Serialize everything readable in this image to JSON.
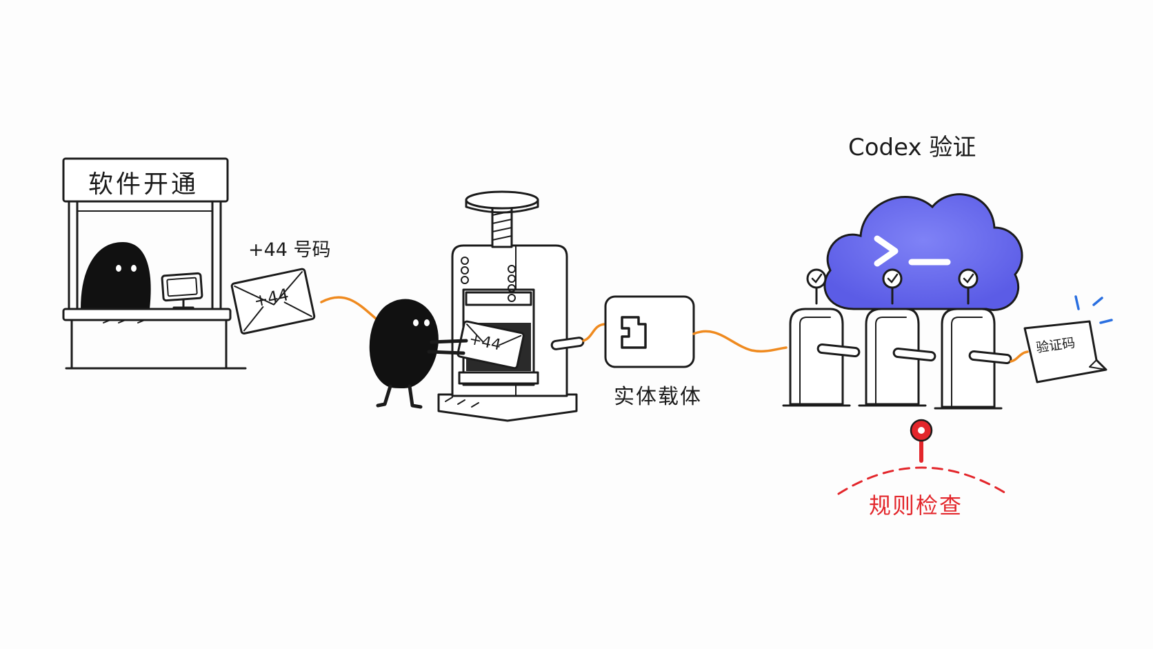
{
  "booth": {
    "sign": "软件开通"
  },
  "number_label": "+44 号码",
  "envelope_text": "+44",
  "card_text": "+44",
  "carrier_label": "实体载体",
  "cloud_title": "Codex 验证",
  "cloud_prompt": "> _",
  "code_paper": "验证码",
  "rule_check": "规则检查",
  "colors": {
    "wire": "#ef8a1f",
    "cloud": "#6b6cf0",
    "rule": "#e3262b",
    "accent": "#2a6fe0",
    "ink": "#1b1b1b"
  }
}
